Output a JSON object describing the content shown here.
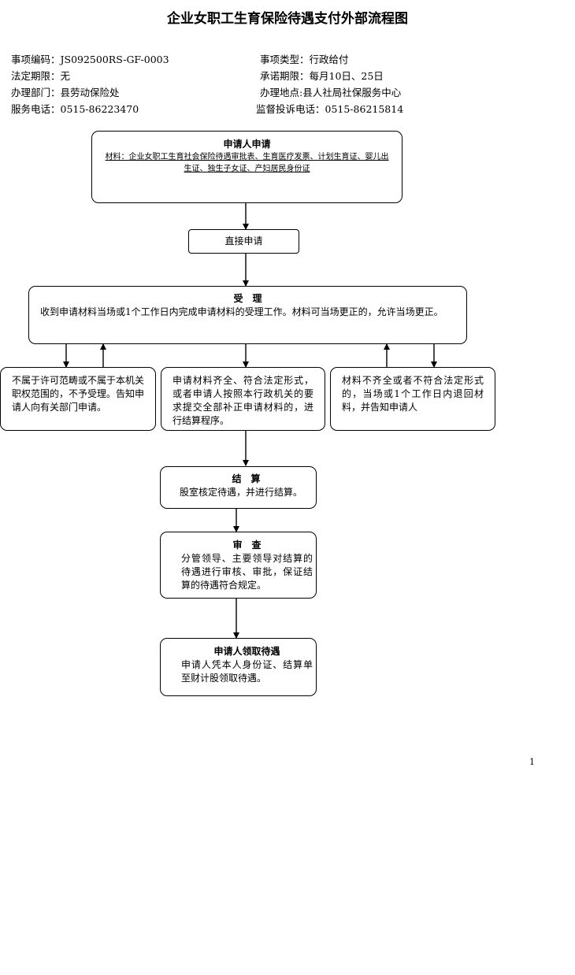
{
  "title": "企业女职工生育保险待遇支付外部流程图",
  "info": {
    "item_code": "事项编码：JS092500RS-GF-0003",
    "item_type": "事项类型：行政给付",
    "legal_period": "法定期限：无",
    "promised_period": "承诺期限：每月10日、25日",
    "department": "办理部门：县劳动保险处",
    "location": "办理地点:县人社局社保服务中心",
    "service_phone": "服务电话：0515-86223470",
    "complaint_phone": "监督投诉电话：0515-86215814"
  },
  "flow": {
    "apply": {
      "title": "申请人申请",
      "materials": "材料：企业女职工生育社会保险待遇审批表、生育医疗发票、计划生育证、婴儿出生证、独生子女证、产妇居民身份证"
    },
    "direct": "直接申请",
    "accept": {
      "title": "受　理",
      "text": "收到申请材料当场或1个工作日内完成申请材料的受理工作。材料可当场更正的，允许当场更正。"
    },
    "reject": "不属于许可范畴或不属于本机关职权范围的，不予受理。告知申请人向有关部门申请。",
    "complete": "申请材料齐全、符合法定形式，或者申请人按照本行政机关的要求提交全部补正申请材料的，进行结算程序。",
    "incomplete": "材料不齐全或者不符合法定形式的，当场或1个工作日内退回材料，并告知申请人",
    "settle": {
      "title": "结　算",
      "text": "股室核定待遇，并进行结算。"
    },
    "review": {
      "title": "审　查",
      "text": "分管领导、主要领导对结算的待遇进行审核、审批，保证结算的待遇符合规定。"
    },
    "receive": {
      "title": "申请人领取待遇",
      "text": "申请人凭本人身份证、结算单至财计股领取待遇。"
    }
  },
  "page_number": "1"
}
